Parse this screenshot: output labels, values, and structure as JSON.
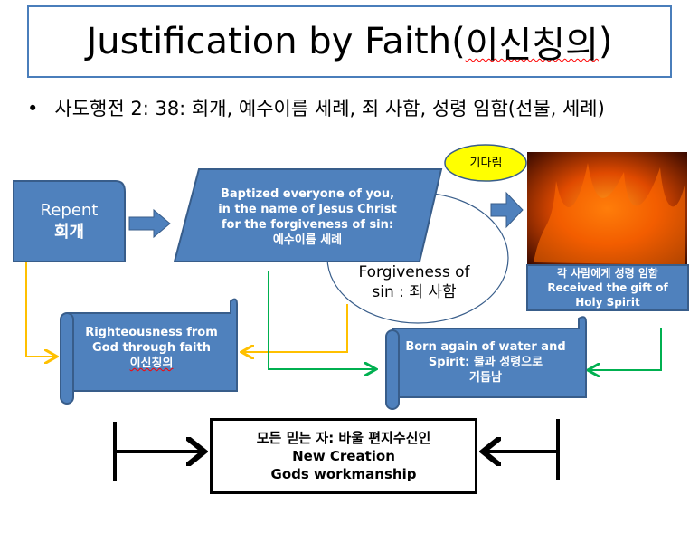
{
  "title": "Justification by Faith(이신칭의)",
  "title_main": "Justification by Faith(",
  "title_kr": "이신칭의",
  "title_close": ")",
  "bullet": "사도행전 2: 38: 회개, 예수이름 세례, 죄 사함, 성령 임함(선물, 세례)",
  "repent": {
    "en": "Repent",
    "kr": "회개"
  },
  "baptized": {
    "line1": "Baptized everyone of you,",
    "line2": "in the name of Jesus Christ",
    "line3": "for the forgiveness of sin:",
    "line4": "예수이름 세례"
  },
  "forgiveness": {
    "line1": "Forgiveness of",
    "line2": "sin : 죄 사함"
  },
  "waiting": "기다림",
  "gift": {
    "line1": "각 사람에게  성령 임함",
    "line2": "Received the gift of",
    "line3": "Holy Spirit"
  },
  "righteousness": {
    "line1": "Righteousness from",
    "line2": "God through faith",
    "line3": "이신칭의"
  },
  "born_again": {
    "line1": "Born again of water and",
    "line2": "Spirit: 물과 성령으로",
    "line3": "거듭남"
  },
  "bottom": {
    "line1": "모든 믿는 자: 바울 편지수신인",
    "line2": "New Creation",
    "line3": "Gods workmanship"
  },
  "colors": {
    "shape_fill": "#4f81bd",
    "shape_stroke": "#385d8a",
    "yellow": "#ffc000",
    "green": "#00b050",
    "oval": "#ffff00"
  }
}
